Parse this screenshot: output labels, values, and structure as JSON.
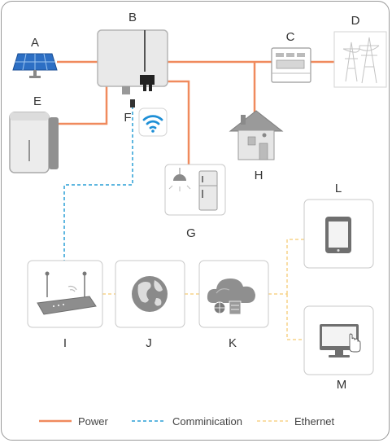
{
  "colors": {
    "power": "#f08a5d",
    "communication": "#2a9fd6",
    "ethernet": "#f7d488",
    "frame": "#9a9a9a",
    "box_border": "#c8c8c8",
    "device_gray": "#a8a8a8",
    "device_light": "#e4e4e4"
  },
  "nodes": {
    "A": {
      "label": "A",
      "icon": "solar-panel-icon"
    },
    "B": {
      "label": "B",
      "icon": "inverter-icon"
    },
    "C": {
      "label": "C",
      "icon": "energy-meter-icon"
    },
    "D": {
      "label": "D",
      "icon": "power-grid-tower-icon"
    },
    "E": {
      "label": "E",
      "icon": "battery-icon"
    },
    "F": {
      "label": "F",
      "icon": "wifi-icon"
    },
    "G": {
      "label": "G",
      "icon": "household-loads-icon"
    },
    "H": {
      "label": "H",
      "icon": "house-icon"
    },
    "I": {
      "label": "I",
      "icon": "router-icon"
    },
    "J": {
      "label": "J",
      "icon": "globe-icon"
    },
    "K": {
      "label": "K",
      "icon": "cloud-server-icon"
    },
    "L": {
      "label": "L",
      "icon": "tablet-icon"
    },
    "M": {
      "label": "M",
      "icon": "monitor-icon"
    }
  },
  "legend": {
    "power": "Power",
    "communication": "Comminication",
    "ethernet": "Ethernet"
  }
}
